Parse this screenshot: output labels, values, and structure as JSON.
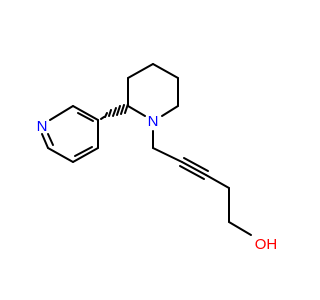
{
  "molecule": {
    "atoms": {
      "pyridine_n": {
        "label": "N",
        "color": "#0000ff"
      },
      "piperidine_n": {
        "label": "N",
        "color": "#0000ff"
      },
      "hydroxyl": {
        "label": "OH",
        "color": "#ff0000"
      }
    },
    "bond_color": "#000000",
    "stereo_wedge": "hashed"
  }
}
